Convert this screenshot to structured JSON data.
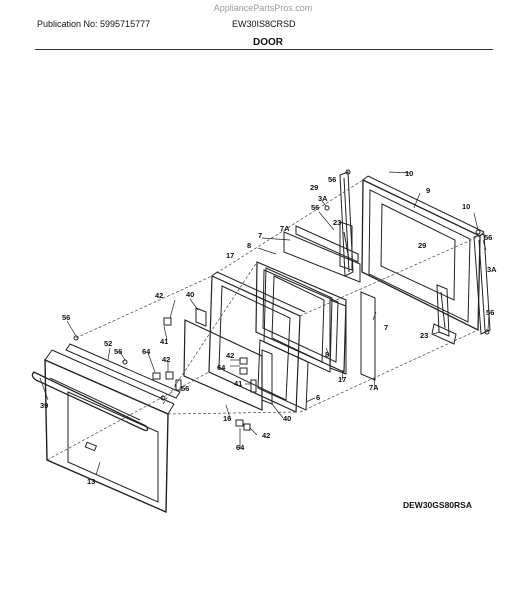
{
  "header": {
    "watermark": "AppliancePartsPros.com",
    "publication": "Publication No: 5995715777",
    "model": "EW30IS8CRSD",
    "section_title": "DOOR"
  },
  "figure_code": "DEW30GS80RSA",
  "callouts": {
    "c10a": "10",
    "c9": "9",
    "c56a": "56",
    "c29a": "29",
    "c3Aa": "3A",
    "c10b": "10",
    "c56b": "56",
    "c23a": "23",
    "c7a": "7",
    "c7Aa": "7A",
    "c8a": "8",
    "c29b": "29",
    "c56c": "56",
    "c3Ab": "3A",
    "c17a": "17",
    "c42a": "42",
    "c40a": "40",
    "c56d": "56",
    "c7b": "7",
    "c23b": "23",
    "c56e": "56",
    "c52": "52",
    "c56f": "56",
    "c41a": "41",
    "c64a": "64",
    "c42b": "42",
    "c42c": "42",
    "c64b": "64",
    "c8b": "8",
    "c17b": "17",
    "c7Ab": "7A",
    "c56g": "56",
    "c41b": "41",
    "c39": "39",
    "c16": "16",
    "c40b": "40",
    "c6": "6",
    "c42d": "42",
    "c64c": "64",
    "c13": "13"
  }
}
